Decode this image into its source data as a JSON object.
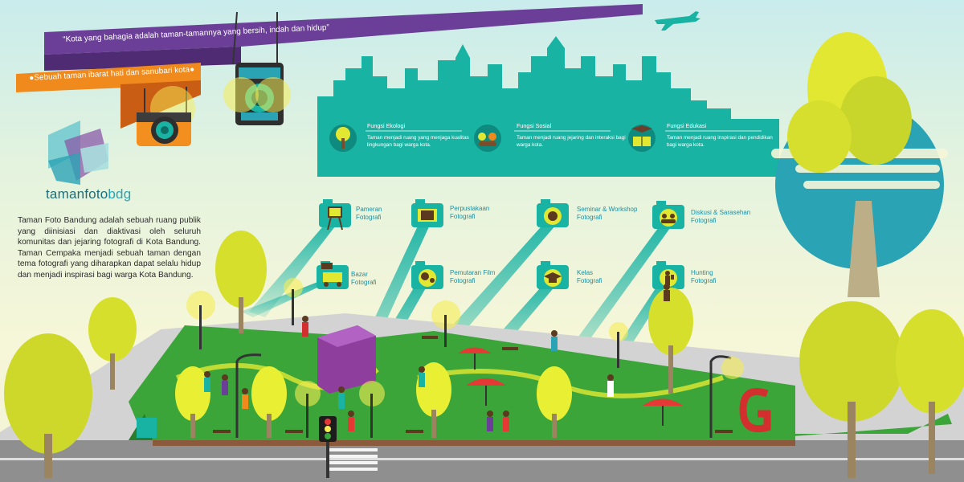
{
  "ribbons": {
    "quote": "“Kota yang bahagia adalah taman-tamannya yang bersih, indah dan hidup”",
    "tagline": "●Sebuah taman ibarat hati dan sanubari kota●"
  },
  "brand": {
    "name_part1": "tamanfoto",
    "name_part2": "bdg"
  },
  "intro": "Taman Foto Bandung adalah sebuah ruang publik yang diinisiasi dan diaktivasi oleh seluruh komunitas dan jejaring fotografi di Kota Bandung. Taman Cempaka menjadi sebuah taman dengan tema fotografi yang diharapkan dapat selalu hidup dan menjadi inspirasi bagi warga Kota Bandung.",
  "functions": [
    {
      "title": "Fungsi Ekologi",
      "desc": "Taman menjadi ruang yang menjaga kualitas lingkungan bagi warga kota.",
      "icon": "tree-icon"
    },
    {
      "title": "Fungsi Sosial",
      "desc": "Taman menjadi ruang jejaring dan interaksi bagi warga kota.",
      "icon": "people-icon"
    },
    {
      "title": "Fungsi Edukasi",
      "desc": "Taman menjadi ruang inspirasi dan pendidikan bagi warga kota.",
      "icon": "book-icon"
    }
  ],
  "activities": [
    {
      "line1": "Pameran",
      "line2": "Fotografi",
      "icon": "easel-icon"
    },
    {
      "line1": "Perpustakaan",
      "line2": "Fotografi",
      "icon": "book-icon"
    },
    {
      "line1": "Seminar & Workshop",
      "line2": "Fotografi",
      "icon": "lens-icon"
    },
    {
      "line1": "Diskusi & Sarasehan",
      "line2": "Fotografi",
      "icon": "people-icon"
    },
    {
      "line1": "Bazar",
      "line2": "Fotografi",
      "icon": "cart-icon"
    },
    {
      "line1": "Pemutaran Film",
      "line2": "Fotografi",
      "icon": "film-reel-icon"
    },
    {
      "line1": "Kelas",
      "line2": "Fotografi",
      "icon": "graduation-cap-icon"
    },
    {
      "line1": "Hunting",
      "line2": "Fotografi",
      "icon": "hiker-icon"
    }
  ],
  "colors": {
    "teal": "#19b3a4",
    "purple": "#6b3f98",
    "orange": "#f08a1c",
    "grass": "#3ba53a",
    "tree_yellow": "#e2e832",
    "road": "#c9c9c9"
  }
}
